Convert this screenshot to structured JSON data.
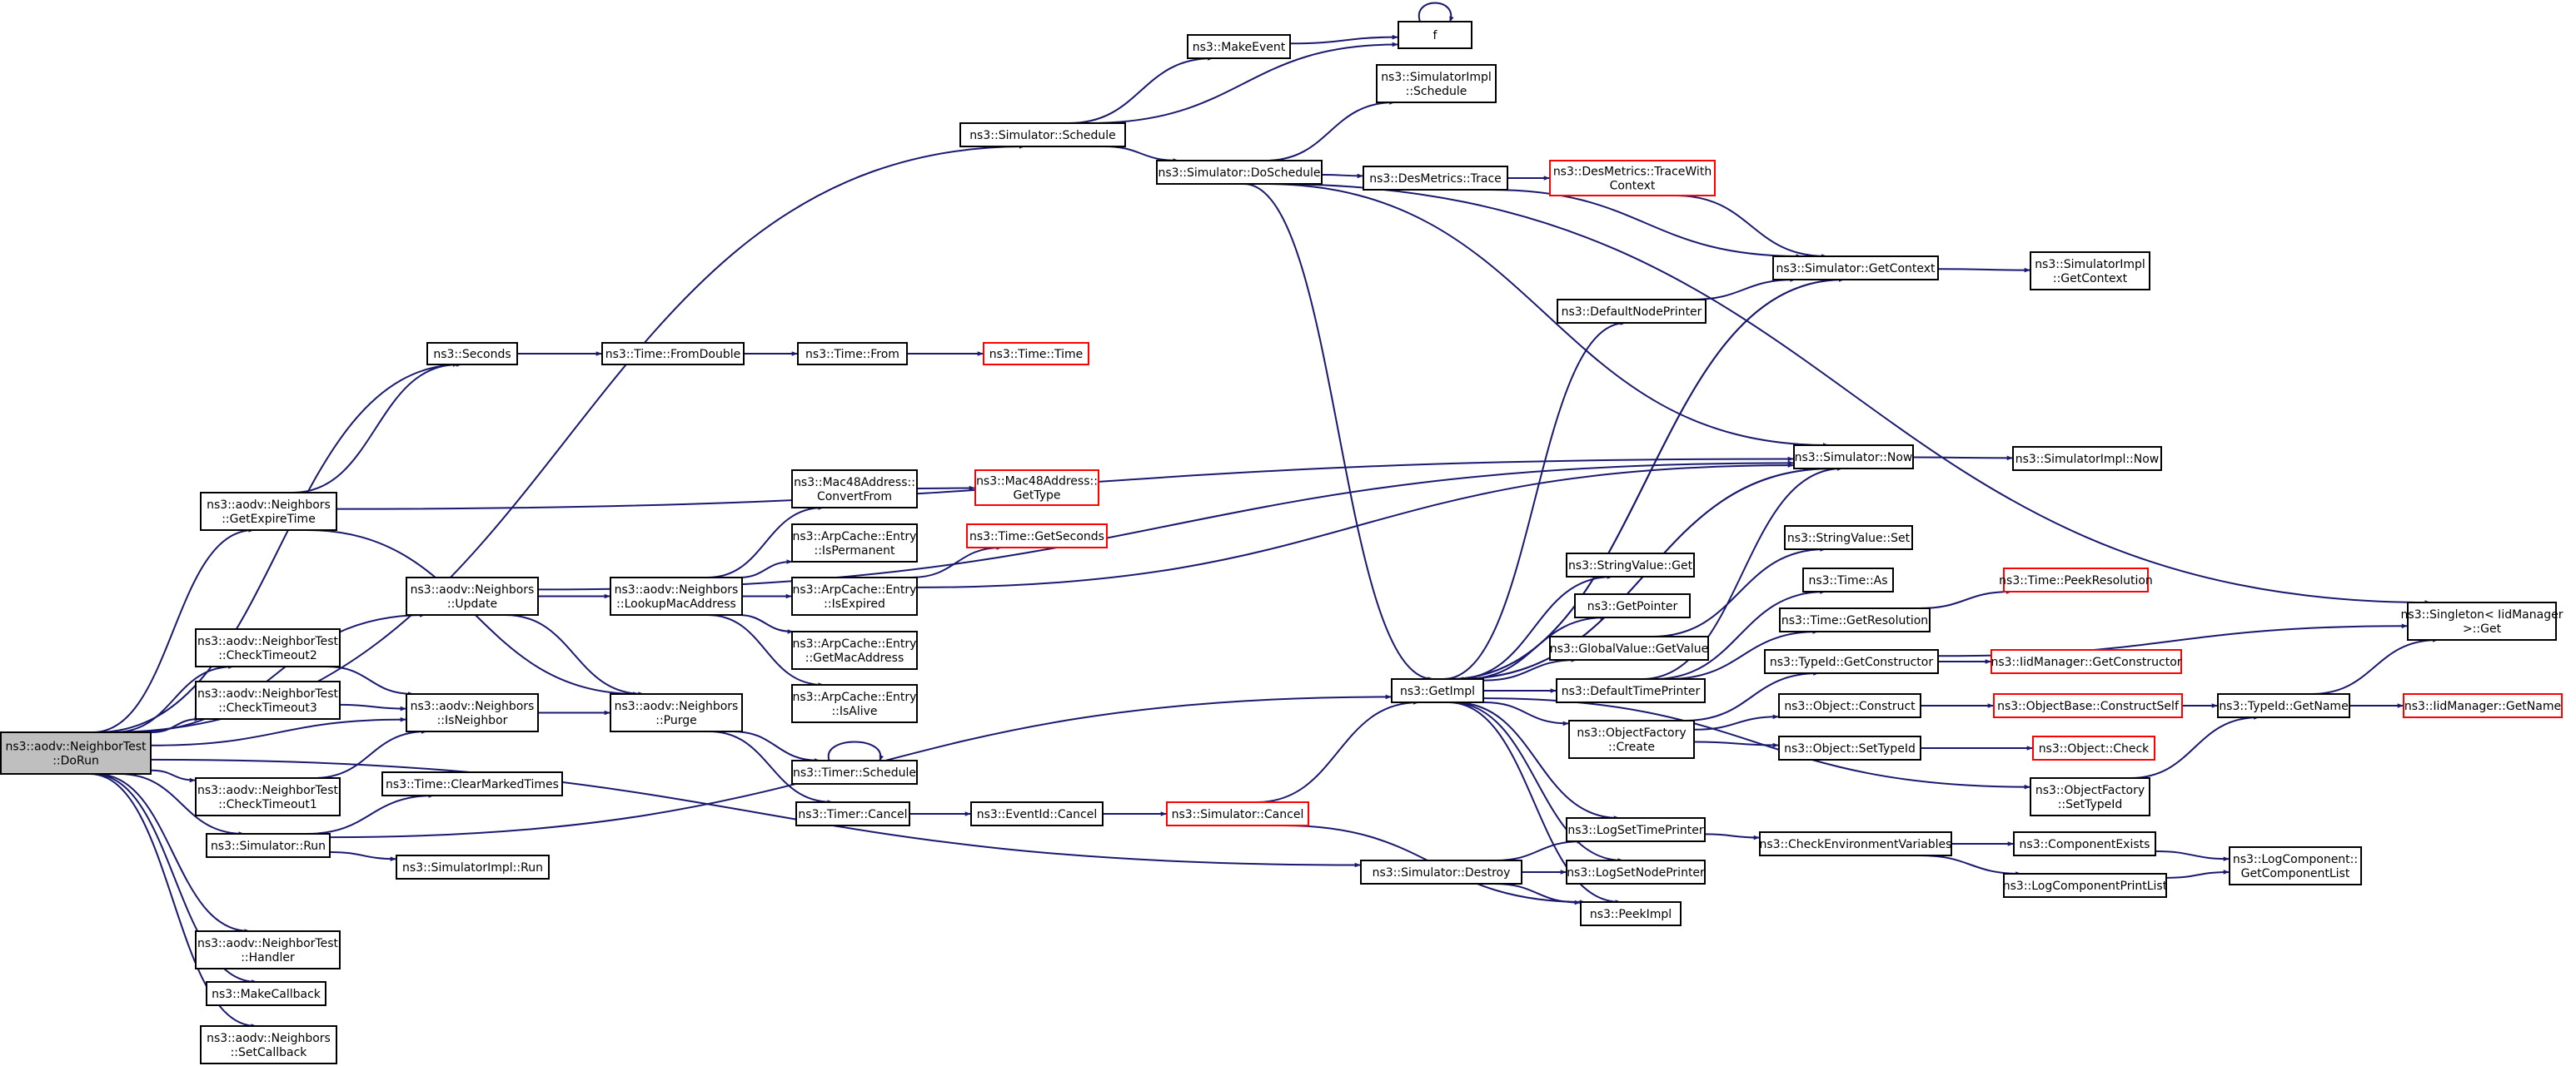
{
  "colors": {
    "edge": "#191970",
    "node_border": "#000000",
    "unresolved_border": "#ff0000",
    "root_fill": "#bfbfbf",
    "node_fill": "#ffffff"
  },
  "nodes": [
    {
      "id": "root",
      "lines": [
        "ns3::aodv::NeighborTest",
        "::DoRun"
      ],
      "style": "root"
    },
    {
      "id": "f",
      "lines": [
        "f"
      ],
      "style": "normal"
    },
    {
      "id": "makeevent",
      "lines": [
        "ns3::MakeEvent"
      ],
      "style": "normal"
    },
    {
      "id": "simimpl_schedule",
      "lines": [
        "ns3::SimulatorImpl",
        "::Schedule"
      ],
      "style": "normal"
    },
    {
      "id": "sim_schedule",
      "lines": [
        "ns3::Simulator::Schedule"
      ],
      "style": "normal"
    },
    {
      "id": "sim_doschedule",
      "lines": [
        "ns3::Simulator::DoSchedule"
      ],
      "style": "normal"
    },
    {
      "id": "desmetrics_trace",
      "lines": [
        "ns3::DesMetrics::Trace"
      ],
      "style": "normal"
    },
    {
      "id": "desmetrics_tracewith",
      "lines": [
        "ns3::DesMetrics::TraceWith",
        "Context"
      ],
      "style": "red"
    },
    {
      "id": "sim_getcontext",
      "lines": [
        "ns3::Simulator::GetContext"
      ],
      "style": "normal"
    },
    {
      "id": "simimpl_getcontext",
      "lines": [
        "ns3::SimulatorImpl",
        "::GetContext"
      ],
      "style": "normal"
    },
    {
      "id": "defaultnodeprinter",
      "lines": [
        "ns3::DefaultNodePrinter"
      ],
      "style": "normal"
    },
    {
      "id": "seconds",
      "lines": [
        "ns3::Seconds"
      ],
      "style": "normal"
    },
    {
      "id": "time_fromdouble",
      "lines": [
        "ns3::Time::FromDouble"
      ],
      "style": "normal"
    },
    {
      "id": "time_from",
      "lines": [
        "ns3::Time::From"
      ],
      "style": "normal"
    },
    {
      "id": "time_time",
      "lines": [
        "ns3::Time::Time"
      ],
      "style": "red"
    },
    {
      "id": "sim_now",
      "lines": [
        "ns3::Simulator::Now"
      ],
      "style": "normal"
    },
    {
      "id": "simimpl_now",
      "lines": [
        "ns3::SimulatorImpl::Now"
      ],
      "style": "normal"
    },
    {
      "id": "getexpiretime",
      "lines": [
        "ns3::aodv::Neighbors",
        "::GetExpireTime"
      ],
      "style": "normal"
    },
    {
      "id": "mac48_convertfrom",
      "lines": [
        "ns3::Mac48Address::",
        "ConvertFrom"
      ],
      "style": "normal"
    },
    {
      "id": "mac48_gettype",
      "lines": [
        "ns3::Mac48Address::",
        "GetType"
      ],
      "style": "red"
    },
    {
      "id": "arp_ispermanent",
      "lines": [
        "ns3::ArpCache::Entry",
        "::IsPermanent"
      ],
      "style": "normal"
    },
    {
      "id": "time_getseconds",
      "lines": [
        "ns3::Time::GetSeconds"
      ],
      "style": "red"
    },
    {
      "id": "stringvalue_set",
      "lines": [
        "ns3::StringValue::Set"
      ],
      "style": "normal"
    },
    {
      "id": "stringvalue_get",
      "lines": [
        "ns3::StringValue::Get"
      ],
      "style": "normal"
    },
    {
      "id": "time_as",
      "lines": [
        "ns3::Time::As"
      ],
      "style": "normal"
    },
    {
      "id": "time_peekresolution",
      "lines": [
        "ns3::Time::PeekResolution"
      ],
      "style": "red"
    },
    {
      "id": "update",
      "lines": [
        "ns3::aodv::Neighbors",
        "::Update"
      ],
      "style": "normal"
    },
    {
      "id": "lookupmac",
      "lines": [
        "ns3::aodv::Neighbors",
        "::LookupMacAddress"
      ],
      "style": "normal"
    },
    {
      "id": "arp_isexpired",
      "lines": [
        "ns3::ArpCache::Entry",
        "::IsExpired"
      ],
      "style": "normal"
    },
    {
      "id": "getpointer",
      "lines": [
        "ns3::GetPointer"
      ],
      "style": "normal"
    },
    {
      "id": "time_getresolution",
      "lines": [
        "ns3::Time::GetResolution"
      ],
      "style": "normal"
    },
    {
      "id": "singleton_get",
      "lines": [
        "ns3::Singleton< IidManager",
        " >::Get"
      ],
      "style": "normal"
    },
    {
      "id": "checktimeout2",
      "lines": [
        "ns3::aodv::NeighborTest",
        "::CheckTimeout2"
      ],
      "style": "normal"
    },
    {
      "id": "arp_getmacaddress",
      "lines": [
        "ns3::ArpCache::Entry",
        "::GetMacAddress"
      ],
      "style": "normal"
    },
    {
      "id": "globalvalue_getvalue",
      "lines": [
        "ns3::GlobalValue::GetValue"
      ],
      "style": "normal"
    },
    {
      "id": "typeid_getconstructor",
      "lines": [
        "ns3::TypeId::GetConstructor"
      ],
      "style": "normal"
    },
    {
      "id": "iid_getconstructor",
      "lines": [
        "ns3::IidManager::GetConstructor"
      ],
      "style": "red"
    },
    {
      "id": "checktimeout3",
      "lines": [
        "ns3::aodv::NeighborTest",
        "::CheckTimeout3"
      ],
      "style": "normal"
    },
    {
      "id": "isneighbor",
      "lines": [
        "ns3::aodv::Neighbors",
        "::IsNeighbor"
      ],
      "style": "normal"
    },
    {
      "id": "purge",
      "lines": [
        "ns3::aodv::Neighbors",
        "::Purge"
      ],
      "style": "normal"
    },
    {
      "id": "arp_isalive",
      "lines": [
        "ns3::ArpCache::Entry",
        "::IsAlive"
      ],
      "style": "normal"
    },
    {
      "id": "getimpl",
      "lines": [
        "ns3::GetImpl"
      ],
      "style": "normal"
    },
    {
      "id": "defaulttimeprinter",
      "lines": [
        "ns3::DefaultTimePrinter"
      ],
      "style": "normal"
    },
    {
      "id": "object_construct",
      "lines": [
        "ns3::Object::Construct"
      ],
      "style": "normal"
    },
    {
      "id": "objectbase_constructself",
      "lines": [
        "ns3::ObjectBase::ConstructSelf"
      ],
      "style": "red"
    },
    {
      "id": "typeid_getname",
      "lines": [
        "ns3::TypeId::GetName"
      ],
      "style": "normal"
    },
    {
      "id": "iid_getname",
      "lines": [
        "ns3::IidManager::GetName"
      ],
      "style": "red"
    },
    {
      "id": "objectfactory_create",
      "lines": [
        "ns3::ObjectFactory",
        "::Create"
      ],
      "style": "normal"
    },
    {
      "id": "object_settypeid",
      "lines": [
        "ns3::Object::SetTypeId"
      ],
      "style": "normal"
    },
    {
      "id": "object_check",
      "lines": [
        "ns3::Object::Check"
      ],
      "style": "red"
    },
    {
      "id": "timer_schedule",
      "lines": [
        "ns3::Timer::Schedule"
      ],
      "style": "normal"
    },
    {
      "id": "checktimeout1",
      "lines": [
        "ns3::aodv::NeighborTest",
        "::CheckTimeout1"
      ],
      "style": "normal"
    },
    {
      "id": "objectfactory_settypeid",
      "lines": [
        "ns3::ObjectFactory",
        "::SetTypeId"
      ],
      "style": "normal"
    },
    {
      "id": "time_clearmarkedtimes",
      "lines": [
        "ns3::Time::ClearMarkedTimes"
      ],
      "style": "normal"
    },
    {
      "id": "timer_cancel",
      "lines": [
        "ns3::Timer::Cancel"
      ],
      "style": "normal"
    },
    {
      "id": "eventid_cancel",
      "lines": [
        "ns3::EventId::Cancel"
      ],
      "style": "normal"
    },
    {
      "id": "sim_cancel",
      "lines": [
        "ns3::Simulator::Cancel"
      ],
      "style": "red"
    },
    {
      "id": "logsettimeprinter",
      "lines": [
        "ns3::LogSetTimePrinter"
      ],
      "style": "normal"
    },
    {
      "id": "checkenv",
      "lines": [
        "ns3::CheckEnvironmentVariables"
      ],
      "style": "normal"
    },
    {
      "id": "componentexists",
      "lines": [
        "ns3::ComponentExists"
      ],
      "style": "normal"
    },
    {
      "id": "sim_run",
      "lines": [
        "ns3::Simulator::Run"
      ],
      "style": "normal"
    },
    {
      "id": "simimpl_run",
      "lines": [
        "ns3::SimulatorImpl::Run"
      ],
      "style": "normal"
    },
    {
      "id": "logcomponent_getlist",
      "lines": [
        "ns3::LogComponent::",
        "GetComponentList"
      ],
      "style": "normal"
    },
    {
      "id": "logsetnodeprinter",
      "lines": [
        "ns3::LogSetNodePrinter"
      ],
      "style": "normal"
    },
    {
      "id": "sim_destroy",
      "lines": [
        "ns3::Simulator::Destroy"
      ],
      "style": "normal"
    },
    {
      "id": "logcomponentprintlist",
      "lines": [
        "ns3::LogComponentPrintList"
      ],
      "style": "normal"
    },
    {
      "id": "peekimpl",
      "lines": [
        "ns3::PeekImpl"
      ],
      "style": "normal"
    },
    {
      "id": "handler",
      "lines": [
        "ns3::aodv::NeighborTest",
        "::Handler"
      ],
      "style": "normal"
    },
    {
      "id": "makecallback",
      "lines": [
        "ns3::MakeCallback"
      ],
      "style": "normal"
    },
    {
      "id": "setcallback",
      "lines": [
        "ns3::aodv::Neighbors",
        "::SetCallback"
      ],
      "style": "normal"
    }
  ],
  "edges": [
    {
      "from": "root",
      "to": "sim_schedule"
    },
    {
      "from": "root",
      "to": "seconds"
    },
    {
      "from": "root",
      "to": "getexpiretime"
    },
    {
      "from": "root",
      "to": "update"
    },
    {
      "from": "root",
      "to": "checktimeout2"
    },
    {
      "from": "root",
      "to": "checktimeout3"
    },
    {
      "from": "root",
      "to": "isneighbor"
    },
    {
      "from": "root",
      "to": "checktimeout1"
    },
    {
      "from": "root",
      "to": "sim_run"
    },
    {
      "from": "root",
      "to": "sim_destroy"
    },
    {
      "from": "root",
      "to": "handler"
    },
    {
      "from": "root",
      "to": "makecallback"
    },
    {
      "from": "root",
      "to": "setcallback"
    },
    {
      "from": "sim_schedule",
      "to": "makeevent"
    },
    {
      "from": "sim_schedule",
      "to": "f"
    },
    {
      "from": "sim_schedule",
      "to": "sim_doschedule"
    },
    {
      "from": "makeevent",
      "to": "f"
    },
    {
      "from": "f",
      "to": "f"
    },
    {
      "from": "sim_doschedule",
      "to": "simimpl_schedule"
    },
    {
      "from": "sim_doschedule",
      "to": "desmetrics_trace"
    },
    {
      "from": "sim_doschedule",
      "to": "singleton_get"
    },
    {
      "from": "sim_doschedule",
      "to": "sim_now"
    },
    {
      "from": "sim_doschedule",
      "to": "getimpl"
    },
    {
      "from": "desmetrics_trace",
      "to": "desmetrics_tracewith"
    },
    {
      "from": "desmetrics_trace",
      "to": "sim_getcontext"
    },
    {
      "from": "desmetrics_tracewith",
      "to": "sim_getcontext"
    },
    {
      "from": "sim_getcontext",
      "to": "simimpl_getcontext"
    },
    {
      "from": "sim_getcontext",
      "to": "getimpl"
    },
    {
      "from": "defaultnodeprinter",
      "to": "sim_getcontext"
    },
    {
      "from": "seconds",
      "to": "time_fromdouble"
    },
    {
      "from": "time_fromdouble",
      "to": "time_from"
    },
    {
      "from": "time_from",
      "to": "time_time"
    },
    {
      "from": "getexpiretime",
      "to": "seconds"
    },
    {
      "from": "getexpiretime",
      "to": "sim_now"
    },
    {
      "from": "getexpiretime",
      "to": "purge"
    },
    {
      "from": "sim_now",
      "to": "simimpl_now"
    },
    {
      "from": "sim_now",
      "to": "getimpl"
    },
    {
      "from": "update",
      "to": "sim_now"
    },
    {
      "from": "update",
      "to": "lookupmac"
    },
    {
      "from": "update",
      "to": "purge"
    },
    {
      "from": "lookupmac",
      "to": "mac48_convertfrom"
    },
    {
      "from": "lookupmac",
      "to": "arp_ispermanent"
    },
    {
      "from": "lookupmac",
      "to": "arp_isexpired"
    },
    {
      "from": "lookupmac",
      "to": "arp_getmacaddress"
    },
    {
      "from": "lookupmac",
      "to": "arp_isalive"
    },
    {
      "from": "mac48_convertfrom",
      "to": "mac48_gettype"
    },
    {
      "from": "arp_isexpired",
      "to": "time_getseconds"
    },
    {
      "from": "arp_isexpired",
      "to": "sim_now"
    },
    {
      "from": "checktimeout2",
      "to": "isneighbor"
    },
    {
      "from": "checktimeout3",
      "to": "isneighbor"
    },
    {
      "from": "checktimeout1",
      "to": "isneighbor"
    },
    {
      "from": "isneighbor",
      "to": "purge"
    },
    {
      "from": "purge",
      "to": "timer_schedule"
    },
    {
      "from": "purge",
      "to": "timer_cancel"
    },
    {
      "from": "timer_schedule",
      "to": "timer_schedule"
    },
    {
      "from": "timer_cancel",
      "to": "eventid_cancel"
    },
    {
      "from": "eventid_cancel",
      "to": "sim_cancel"
    },
    {
      "from": "sim_cancel",
      "to": "getimpl"
    },
    {
      "from": "sim_cancel",
      "to": "peekimpl"
    },
    {
      "from": "sim_run",
      "to": "time_clearmarkedtimes"
    },
    {
      "from": "sim_run",
      "to": "simimpl_run"
    },
    {
      "from": "sim_run",
      "to": "getimpl"
    },
    {
      "from": "sim_destroy",
      "to": "logsettimeprinter"
    },
    {
      "from": "sim_destroy",
      "to": "logsetnodeprinter"
    },
    {
      "from": "sim_destroy",
      "to": "peekimpl"
    },
    {
      "from": "getimpl",
      "to": "defaultnodeprinter"
    },
    {
      "from": "getimpl",
      "to": "sim_getcontext"
    },
    {
      "from": "getimpl",
      "to": "sim_now"
    },
    {
      "from": "getimpl",
      "to": "stringvalue_get"
    },
    {
      "from": "getimpl",
      "to": "getpointer"
    },
    {
      "from": "getimpl",
      "to": "globalvalue_getvalue"
    },
    {
      "from": "getimpl",
      "to": "defaulttimeprinter"
    },
    {
      "from": "getimpl",
      "to": "objectfactory_create"
    },
    {
      "from": "getimpl",
      "to": "objectfactory_settypeid"
    },
    {
      "from": "getimpl",
      "to": "logsettimeprinter"
    },
    {
      "from": "getimpl",
      "to": "logsetnodeprinter"
    },
    {
      "from": "getimpl",
      "to": "peekimpl"
    },
    {
      "from": "globalvalue_getvalue",
      "to": "stringvalue_set"
    },
    {
      "from": "defaulttimeprinter",
      "to": "sim_now"
    },
    {
      "from": "defaulttimeprinter",
      "to": "time_as"
    },
    {
      "from": "defaulttimeprinter",
      "to": "time_getresolution"
    },
    {
      "from": "time_getresolution",
      "to": "time_peekresolution"
    },
    {
      "from": "objectfactory_create",
      "to": "typeid_getconstructor"
    },
    {
      "from": "objectfactory_create",
      "to": "object_construct"
    },
    {
      "from": "objectfactory_create",
      "to": "object_settypeid"
    },
    {
      "from": "typeid_getconstructor",
      "to": "iid_getconstructor"
    },
    {
      "from": "typeid_getconstructor",
      "to": "singleton_get"
    },
    {
      "from": "object_construct",
      "to": "objectbase_constructself"
    },
    {
      "from": "objectbase_constructself",
      "to": "typeid_getname"
    },
    {
      "from": "object_settypeid",
      "to": "object_check"
    },
    {
      "from": "objectfactory_settypeid",
      "to": "typeid_getname"
    },
    {
      "from": "typeid_getname",
      "to": "singleton_get"
    },
    {
      "from": "typeid_getname",
      "to": "iid_getname"
    },
    {
      "from": "logsettimeprinter",
      "to": "checkenv"
    },
    {
      "from": "checkenv",
      "to": "componentexists"
    },
    {
      "from": "checkenv",
      "to": "logcomponentprintlist"
    },
    {
      "from": "componentexists",
      "to": "logcomponent_getlist"
    },
    {
      "from": "logcomponentprintlist",
      "to": "logcomponent_getlist"
    }
  ]
}
